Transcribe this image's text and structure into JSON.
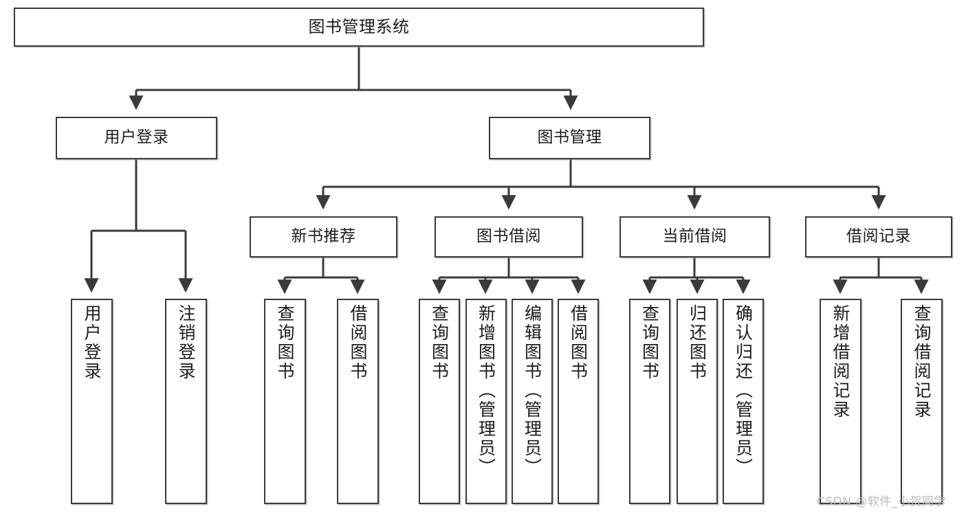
{
  "diagram": {
    "type": "tree-hierarchy",
    "title": "图书管理系统",
    "root": {
      "id": "root",
      "label": "图书管理系统"
    },
    "level2": [
      {
        "id": "user-login",
        "label": "用户登录"
      },
      {
        "id": "book-manage",
        "label": "图书管理"
      }
    ],
    "level3": [
      {
        "id": "new-book-recommend",
        "label": "新书推荐",
        "parent": "book-manage"
      },
      {
        "id": "book-borrow",
        "label": "图书借阅",
        "parent": "book-manage"
      },
      {
        "id": "current-borrow",
        "label": "当前借阅",
        "parent": "book-manage"
      },
      {
        "id": "borrow-record",
        "label": "借阅记录",
        "parent": "book-manage"
      }
    ],
    "leaves": {
      "user-login": [
        {
          "id": "leaf-user-login",
          "label": "用户登录"
        },
        {
          "id": "leaf-user-logout",
          "label": "注销登录"
        }
      ],
      "new-book-recommend": [
        {
          "id": "leaf-query-book-1",
          "label": "查询图书"
        },
        {
          "id": "leaf-borrow-book-1",
          "label": "借阅图书"
        }
      ],
      "book-borrow": [
        {
          "id": "leaf-query-book-2",
          "label": "查询图书"
        },
        {
          "id": "leaf-add-book",
          "label": "新增图书（管理员）"
        },
        {
          "id": "leaf-edit-book",
          "label": "编辑图书（管理员）"
        },
        {
          "id": "leaf-borrow-book-2",
          "label": "借阅图书"
        }
      ],
      "current-borrow": [
        {
          "id": "leaf-query-book-3",
          "label": "查询图书"
        },
        {
          "id": "leaf-return-book",
          "label": "归还图书"
        },
        {
          "id": "leaf-confirm-return",
          "label": "确认归还（管理员）"
        }
      ],
      "borrow-record": [
        {
          "id": "leaf-add-record",
          "label": "新增借阅记录"
        },
        {
          "id": "leaf-query-record",
          "label": "查询借阅记录"
        }
      ]
    }
  },
  "watermark": {
    "text": "CSDN @软件_小贺同学"
  },
  "colors": {
    "stroke": "#3a3a3a",
    "box_fill": "#ffffff",
    "text": "#1b1b1b",
    "watermark": "#b9b9b9",
    "background": "#ffffff"
  }
}
